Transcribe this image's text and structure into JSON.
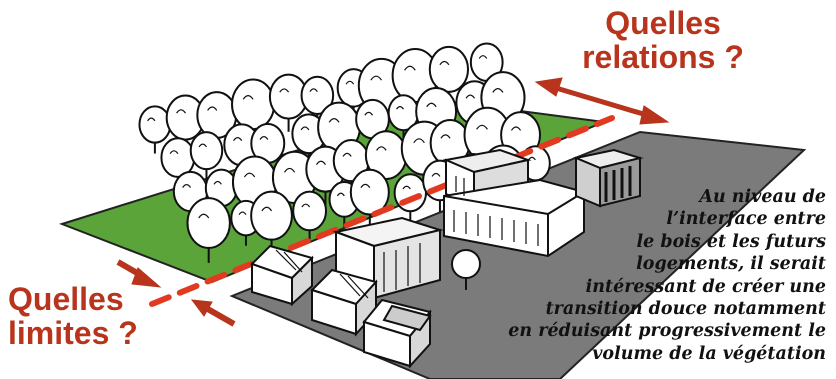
{
  "labels": {
    "relations_line1": "Quelles",
    "relations_line2": "relations ?",
    "limites_line1": "Quelles",
    "limites_line2": "limites ?"
  },
  "note_lines": [
    "Au niveau de",
    "l’interface entre",
    "le bois et les futurs",
    "logements, il serait",
    "intéressant de créer une",
    "transition douce notamment",
    "en réduisant progressivement le",
    "volume de la végétation"
  ],
  "colors": {
    "accent_red": "#b8341c",
    "dash_red": "#e23a21",
    "forest_green": "#5aa43a",
    "ground_grey": "#7b7b7b"
  }
}
